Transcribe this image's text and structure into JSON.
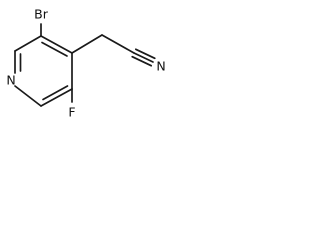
{
  "molecule": {
    "atoms": {
      "br": "Br",
      "n_ring": "N",
      "f": "F",
      "n_nitrile": "N"
    }
  },
  "colors": {
    "bond": "#1a1a1a",
    "label": "#111111",
    "background": "#ffffff"
  }
}
